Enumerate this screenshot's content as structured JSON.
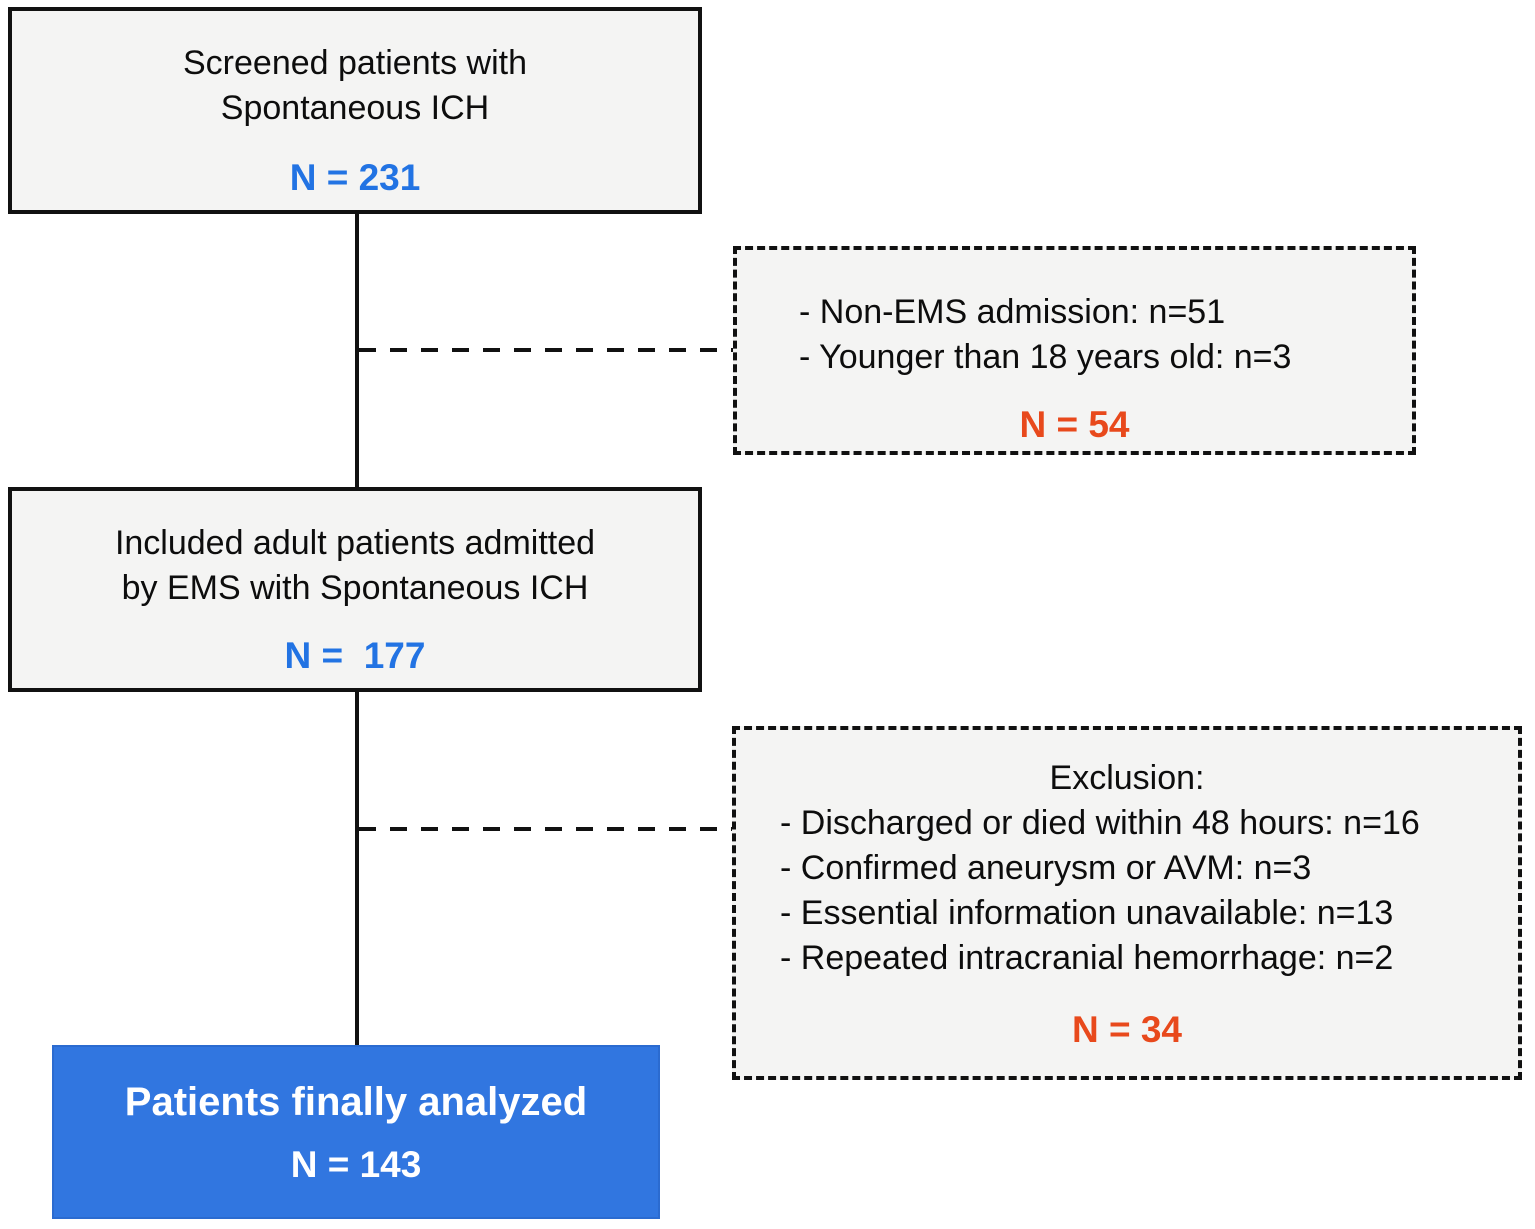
{
  "palette": {
    "box_background": "#f4f4f3",
    "border_color": "#111111",
    "blue_n_text": "#2273e3",
    "orange_n_text": "#e8491c",
    "final_box_background": "#3176e0",
    "final_box_text": "#ffffff"
  },
  "boxes": {
    "screened": {
      "line1": "Screened patients with",
      "line2": "Spontaneous ICH",
      "n_label": "N = 231"
    },
    "excluded_first": {
      "items": [
        "- Non-EMS admission: n=51",
        "- Younger than 18 years old: n=3"
      ],
      "n_label": "N = 54"
    },
    "included": {
      "line1": "Included adult patients admitted",
      "line2": "by EMS with Spontaneous ICH",
      "n_label": "N =  177"
    },
    "excluded_second": {
      "title": "Exclusion:",
      "items": [
        "- Discharged or died within 48 hours: n=16",
        "- Confirmed aneurysm or AVM: n=3",
        "- Essential information unavailable: n=13",
        "- Repeated intracranial hemorrhage: n=2"
      ],
      "n_label": "N = 34"
    },
    "final": {
      "title": "Patients finally analyzed",
      "n_label": "N = 143"
    }
  }
}
